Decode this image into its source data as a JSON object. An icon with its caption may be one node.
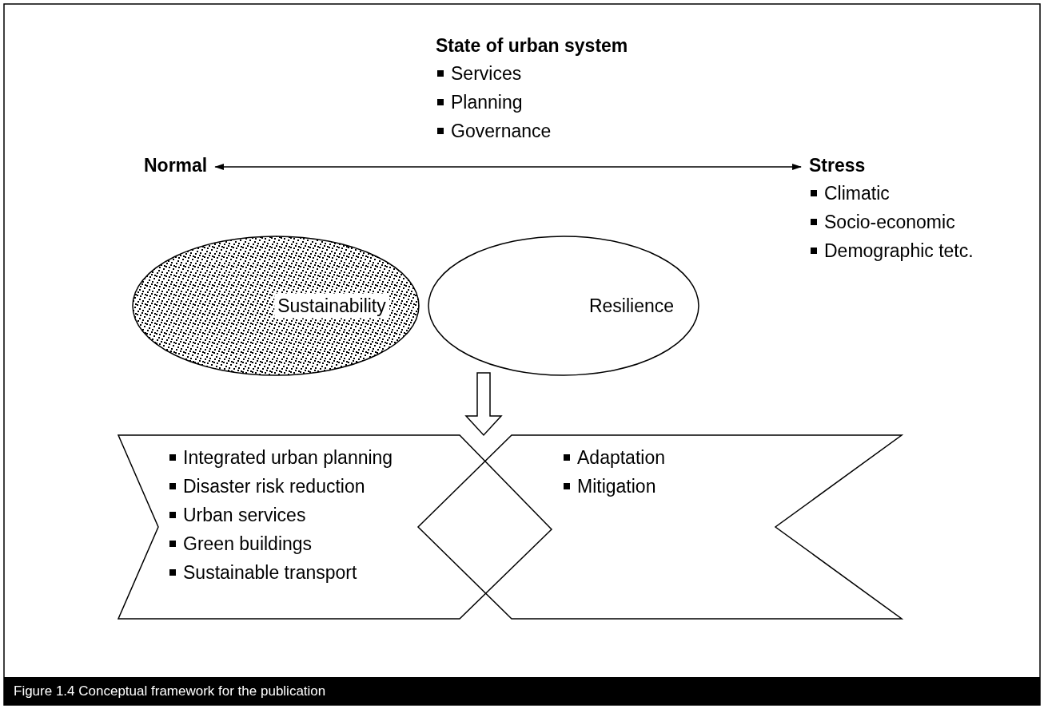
{
  "diagram": {
    "caption": "Figure 1.4 Conceptual framework for the publication",
    "nodes": [
      {
        "text": [
          "State of urban system",
          "Services",
          "Planning",
          "Governance"
        ]
      },
      {
        "text": [
          "Normal"
        ]
      },
      {
        "text": [
          "Stress",
          "Climatic",
          "Socio-economic",
          "Demographic tetc."
        ]
      },
      {
        "text": [
          "Sustainability"
        ]
      },
      {
        "text": [
          "Resilience"
        ]
      },
      {
        "text": [
          "Integrated urban planning",
          "Disaster risk reduction",
          "Urban services",
          "Green buildings",
          "Sustainable transport"
        ]
      },
      {
        "text": [
          "Adaptation",
          "Mitigation"
        ]
      }
    ],
    "edges": [
      {
        "from": 1,
        "to": 2,
        "arrow": "both"
      },
      {
        "from": 3,
        "to": 5,
        "arrow": "to",
        "style": "thick"
      }
    ]
  }
}
